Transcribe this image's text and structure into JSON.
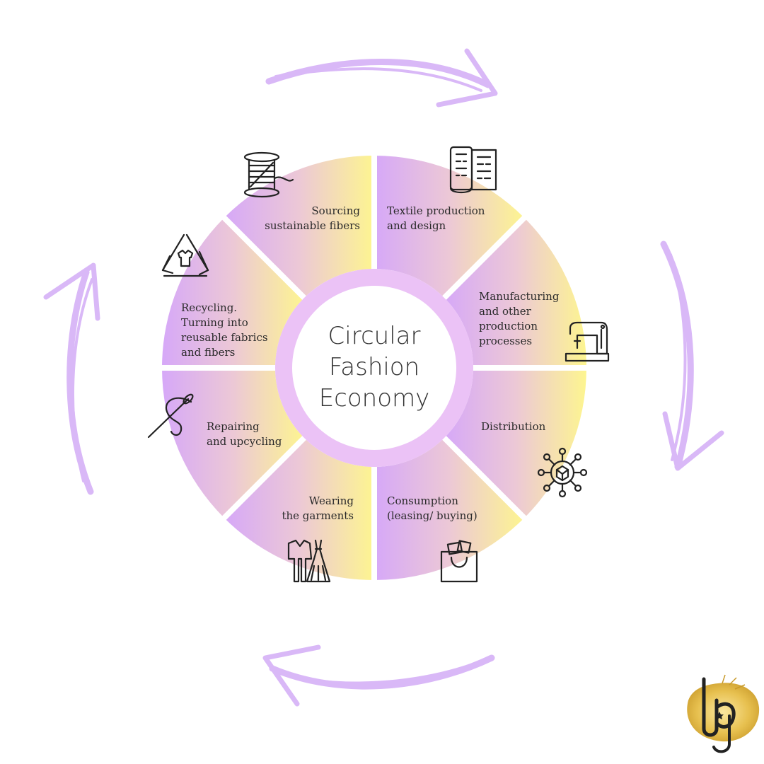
{
  "center": {
    "line1": "Circular",
    "line2": "Fashion",
    "line3": "Economy"
  },
  "segments": [
    {
      "line1": "Textile production",
      "line2": "and design",
      "line3": "",
      "line4": ""
    },
    {
      "line1": "Manufacturing",
      "line2": "and other",
      "line3": "production",
      "line4": "processes"
    },
    {
      "line1": "Distribution",
      "line2": "",
      "line3": "",
      "line4": ""
    },
    {
      "line1": "Consumption",
      "line2": "(leasing/ buying)",
      "line3": "",
      "line4": ""
    },
    {
      "line1": "Wearing",
      "line2": "the garments",
      "line3": "",
      "line4": ""
    },
    {
      "line1": "Repairing",
      "line2": "and upcycling",
      "line3": "",
      "line4": ""
    },
    {
      "line1": "Recycling.",
      "line2": "Turning into",
      "line3": "reusable fabrics",
      "line4": "and fibers"
    },
    {
      "line1": "Sourcing",
      "line2": "sustainable fibers",
      "line3": "",
      "line4": ""
    }
  ],
  "icons": [
    "fabric-roll-icon",
    "sewing-machine-icon",
    "distribution-network-icon",
    "shopping-bag-icon",
    "garments-icon",
    "needle-thread-icon",
    "recycle-shirt-icon",
    "thread-spool-icon"
  ],
  "colors": {
    "purple": "#d6a8f8",
    "pink": "#ecc8d6",
    "yellow": "#fdf590",
    "inner_ring": "#ebc2f6",
    "arrow": "#d9b8f7",
    "logo_gold": "#e7c04f"
  },
  "logo": {
    "name": "gold-monogram-logo"
  }
}
